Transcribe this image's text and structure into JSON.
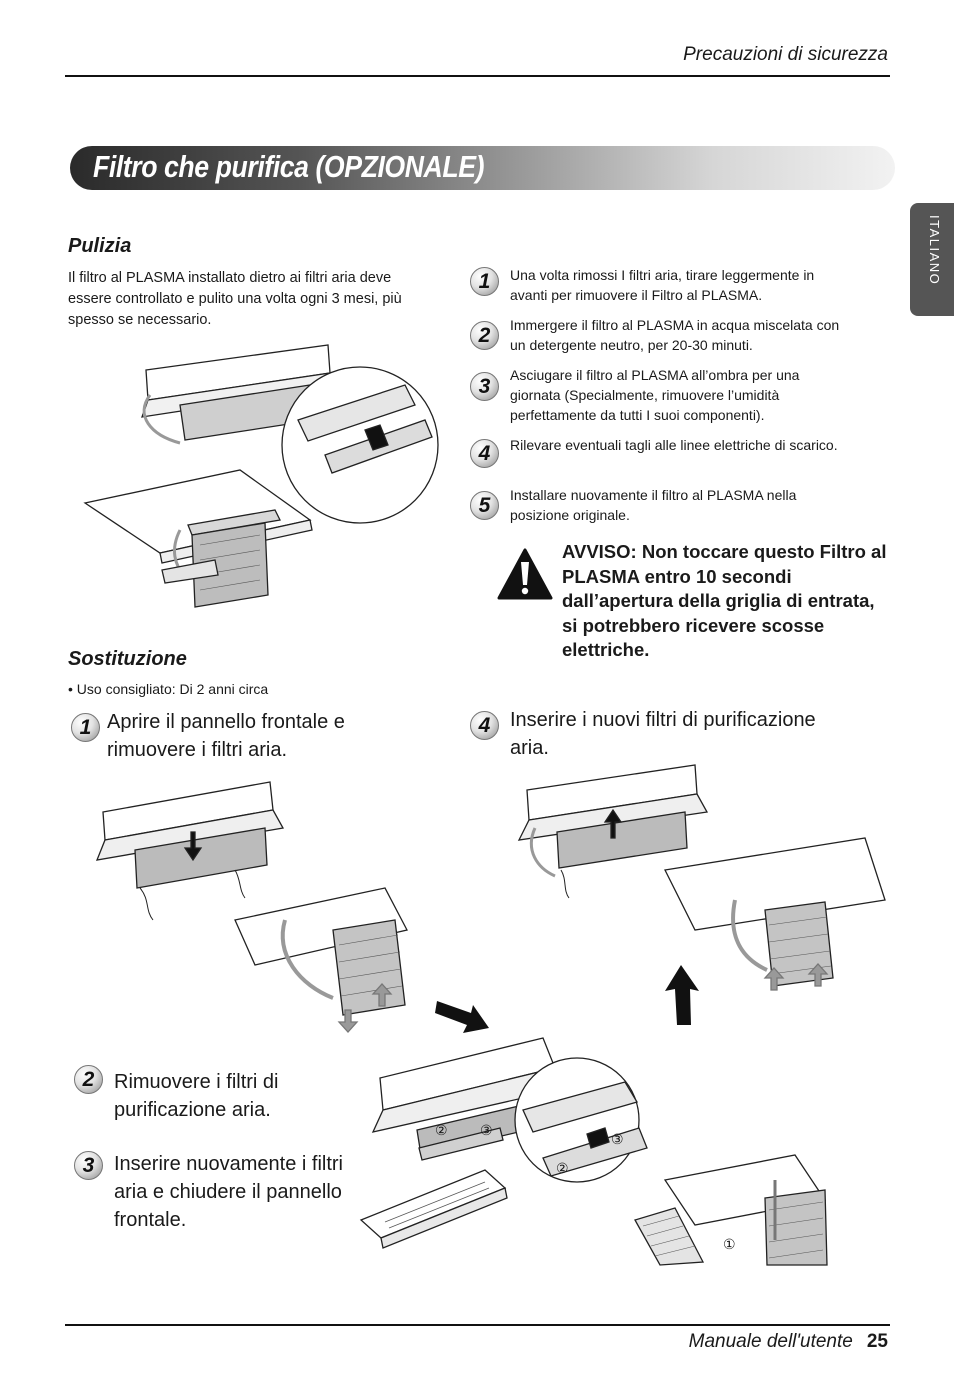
{
  "header": {
    "section": "Precauzioni di sicurezza"
  },
  "banner": {
    "title": "Filtro che purifica  (OPZIONALE)"
  },
  "side_tab": {
    "language": "ITALIANO"
  },
  "pulizia": {
    "title": "Pulizia",
    "intro": "Il filtro al PLASMA installato dietro ai filtri aria deve essere controllato e pulito una volta ogni 3 mesi, più spesso se necessario.",
    "steps": [
      {
        "num": "1",
        "text": "Una volta rimossi I filtri aria, tirare leggermente in avanti per rimuovere il Filtro al PLASMA."
      },
      {
        "num": "2",
        "text": "Immergere il filtro al PLASMA in acqua miscelata con un detergente neutro, per 20-30 minuti."
      },
      {
        "num": "3",
        "text": "Asciugare il filtro al PLASMA all’ombra per una giornata (Specialmente, rimuovere l’umidità perfettamente da tutti I suoi componenti)."
      },
      {
        "num": "4",
        "text": "Rilevare eventuali tagli alle linee elettriche di scarico."
      },
      {
        "num": "5",
        "text": "Installare nuovamente il filtro al PLASMA nella posizione originale."
      }
    ],
    "warning": "AVVISO: Non toccare questo Filtro al PLASMA entro 10 secondi dall’apertura della griglia di entrata, si potrebbero ricevere scosse elettriche."
  },
  "sostituzione": {
    "title": "Sostituzione",
    "note": "• Uso consigliato: Di 2 anni circa",
    "steps": [
      {
        "num": "1",
        "text": "Aprire il pannello frontale e rimuovere i filtri aria."
      },
      {
        "num": "2",
        "text": "Rimuovere i filtri di purificazione aria."
      },
      {
        "num": "3",
        "text": "Inserire nuovamente i filtri aria e chiudere il pannello frontale."
      },
      {
        "num": "4",
        "text": "Inserire i nuovi filtri di purificazione aria."
      }
    ],
    "callouts": [
      "①",
      "②",
      "③"
    ]
  },
  "footer": {
    "manual": "Manuale dell'utente",
    "page": "25"
  },
  "colors": {
    "banner_dark": "#2a2a2a",
    "banner_light": "#f2f2f2",
    "tab": "#555555"
  }
}
